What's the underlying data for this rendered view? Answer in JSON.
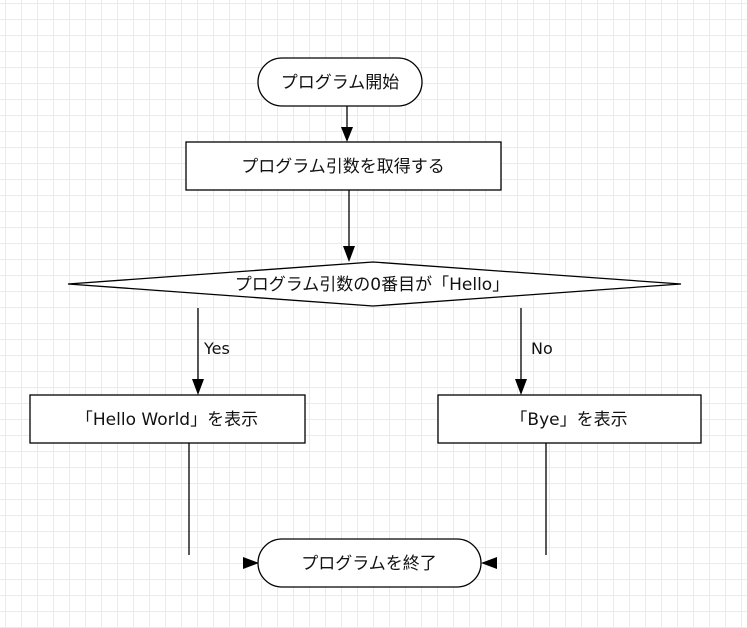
{
  "diagram": {
    "type": "flowchart",
    "nodes": {
      "start": {
        "shape": "terminator",
        "label": "プログラム開始"
      },
      "get_args": {
        "shape": "process",
        "label": "プログラム引数を取得する"
      },
      "decision": {
        "shape": "decision",
        "label": "プログラム引数の0番目が「Hello」"
      },
      "show_hello": {
        "shape": "process",
        "label": "「Hello World」を表示"
      },
      "show_bye": {
        "shape": "process",
        "label": "「Bye」を表示"
      },
      "end": {
        "shape": "terminator",
        "label": "プログラムを終了"
      }
    },
    "edges": [
      {
        "from": "start",
        "to": "get_args",
        "label": ""
      },
      {
        "from": "get_args",
        "to": "decision",
        "label": ""
      },
      {
        "from": "decision",
        "to": "show_hello",
        "label": "Yes"
      },
      {
        "from": "decision",
        "to": "show_bye",
        "label": "No"
      },
      {
        "from": "show_hello",
        "to": "end",
        "label": ""
      },
      {
        "from": "show_bye",
        "to": "end",
        "label": ""
      }
    ],
    "colors": {
      "background": "#ffffff",
      "grid": "#ebebeb",
      "stroke": "#000000",
      "text": "#111111"
    }
  }
}
